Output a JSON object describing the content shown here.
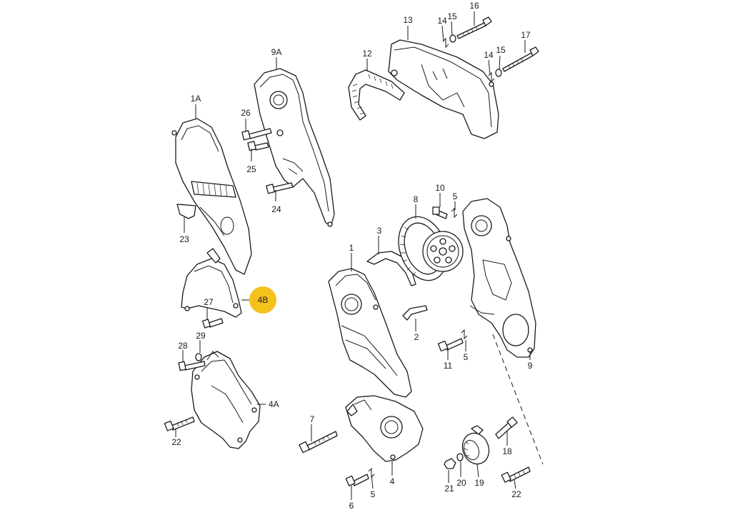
{
  "diagram": {
    "highlight_color": "#f5c11b",
    "callouts": [
      {
        "key": "c1A",
        "text": "1A",
        "interactable": true
      },
      {
        "key": "c9A",
        "text": "9A",
        "interactable": true
      },
      {
        "key": "c12",
        "text": "12",
        "interactable": true
      },
      {
        "key": "c13",
        "text": "13",
        "interactable": true
      },
      {
        "key": "c14a",
        "text": "14",
        "interactable": true
      },
      {
        "key": "c15a",
        "text": "15",
        "interactable": true
      },
      {
        "key": "c16",
        "text": "16",
        "interactable": true
      },
      {
        "key": "c17",
        "text": "17",
        "interactable": true
      },
      {
        "key": "c14b",
        "text": "14",
        "interactable": true
      },
      {
        "key": "c15b",
        "text": "15",
        "interactable": true
      },
      {
        "key": "c26",
        "text": "26",
        "interactable": true
      },
      {
        "key": "c25",
        "text": "25",
        "interactable": true
      },
      {
        "key": "c24",
        "text": "24",
        "interactable": true
      },
      {
        "key": "c23",
        "text": "23",
        "interactable": true
      },
      {
        "key": "c4B",
        "text": "4B",
        "interactable": true,
        "highlighted": true
      },
      {
        "key": "c27",
        "text": "27",
        "interactable": true
      },
      {
        "key": "c29",
        "text": "29",
        "interactable": true
      },
      {
        "key": "c28",
        "text": "28",
        "interactable": true
      },
      {
        "key": "c4A",
        "text": "4A",
        "interactable": true
      },
      {
        "key": "c22a",
        "text": "22",
        "interactable": true
      },
      {
        "key": "c8",
        "text": "8",
        "interactable": true
      },
      {
        "key": "c10",
        "text": "10",
        "interactable": true
      },
      {
        "key": "c5a",
        "text": "5",
        "interactable": true
      },
      {
        "key": "c3",
        "text": "3",
        "interactable": true
      },
      {
        "key": "c1",
        "text": "1",
        "interactable": true
      },
      {
        "key": "c2",
        "text": "2",
        "interactable": true
      },
      {
        "key": "c5b",
        "text": "5",
        "interactable": true
      },
      {
        "key": "c11",
        "text": "11",
        "interactable": true
      },
      {
        "key": "c9",
        "text": "9",
        "interactable": true
      },
      {
        "key": "c7",
        "text": "7",
        "interactable": true
      },
      {
        "key": "c18",
        "text": "18",
        "interactable": true
      },
      {
        "key": "c4",
        "text": "4",
        "interactable": true
      },
      {
        "key": "c5c",
        "text": "5",
        "interactable": true
      },
      {
        "key": "c6",
        "text": "6",
        "interactable": true
      },
      {
        "key": "c21",
        "text": "21",
        "interactable": true
      },
      {
        "key": "c20",
        "text": "20",
        "interactable": true
      },
      {
        "key": "c19",
        "text": "19",
        "interactable": true
      },
      {
        "key": "c22b",
        "text": "22",
        "interactable": true
      }
    ]
  }
}
